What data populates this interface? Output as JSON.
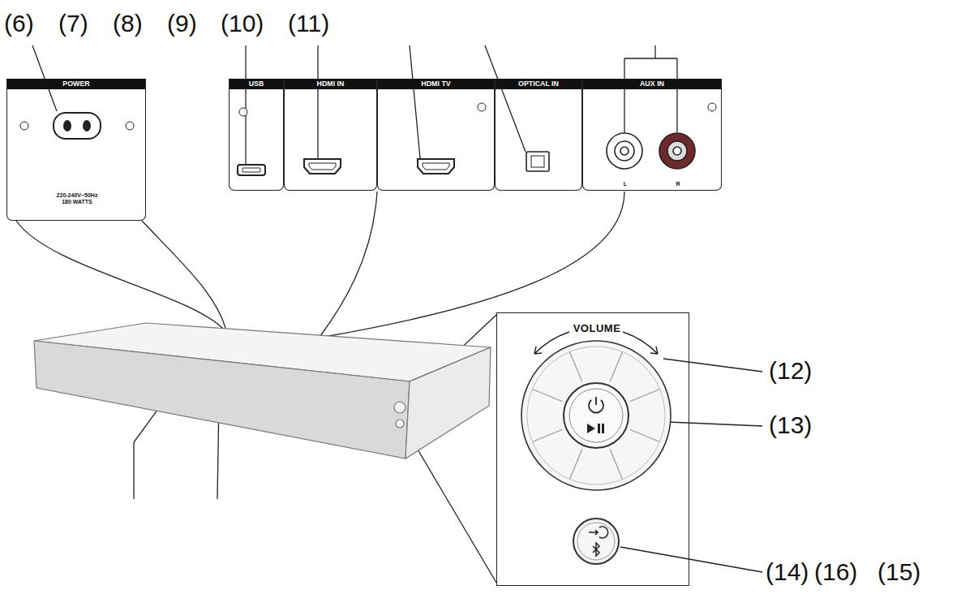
{
  "diagram": {
    "nodes": [
      {
        "text": [
          "POWER",
          "220-240V~50Hz 180 WATTS"
        ]
      },
      {
        "text": [
          "USB"
        ]
      },
      {
        "text": [
          "HDMI IN"
        ]
      },
      {
        "text": [
          "HDMI TV"
        ]
      },
      {
        "text": [
          "OPTICAL IN"
        ]
      },
      {
        "text": [
          "AUX IN",
          "L",
          "R"
        ]
      },
      {
        "text": [
          "VOLUME"
        ]
      }
    ],
    "labels": [
      "(6)",
      "(7)",
      "(8)",
      "(9)",
      "(10)",
      "(11)",
      "(12)",
      "(13)",
      "(14)",
      "(16)",
      "(15)"
    ]
  }
}
